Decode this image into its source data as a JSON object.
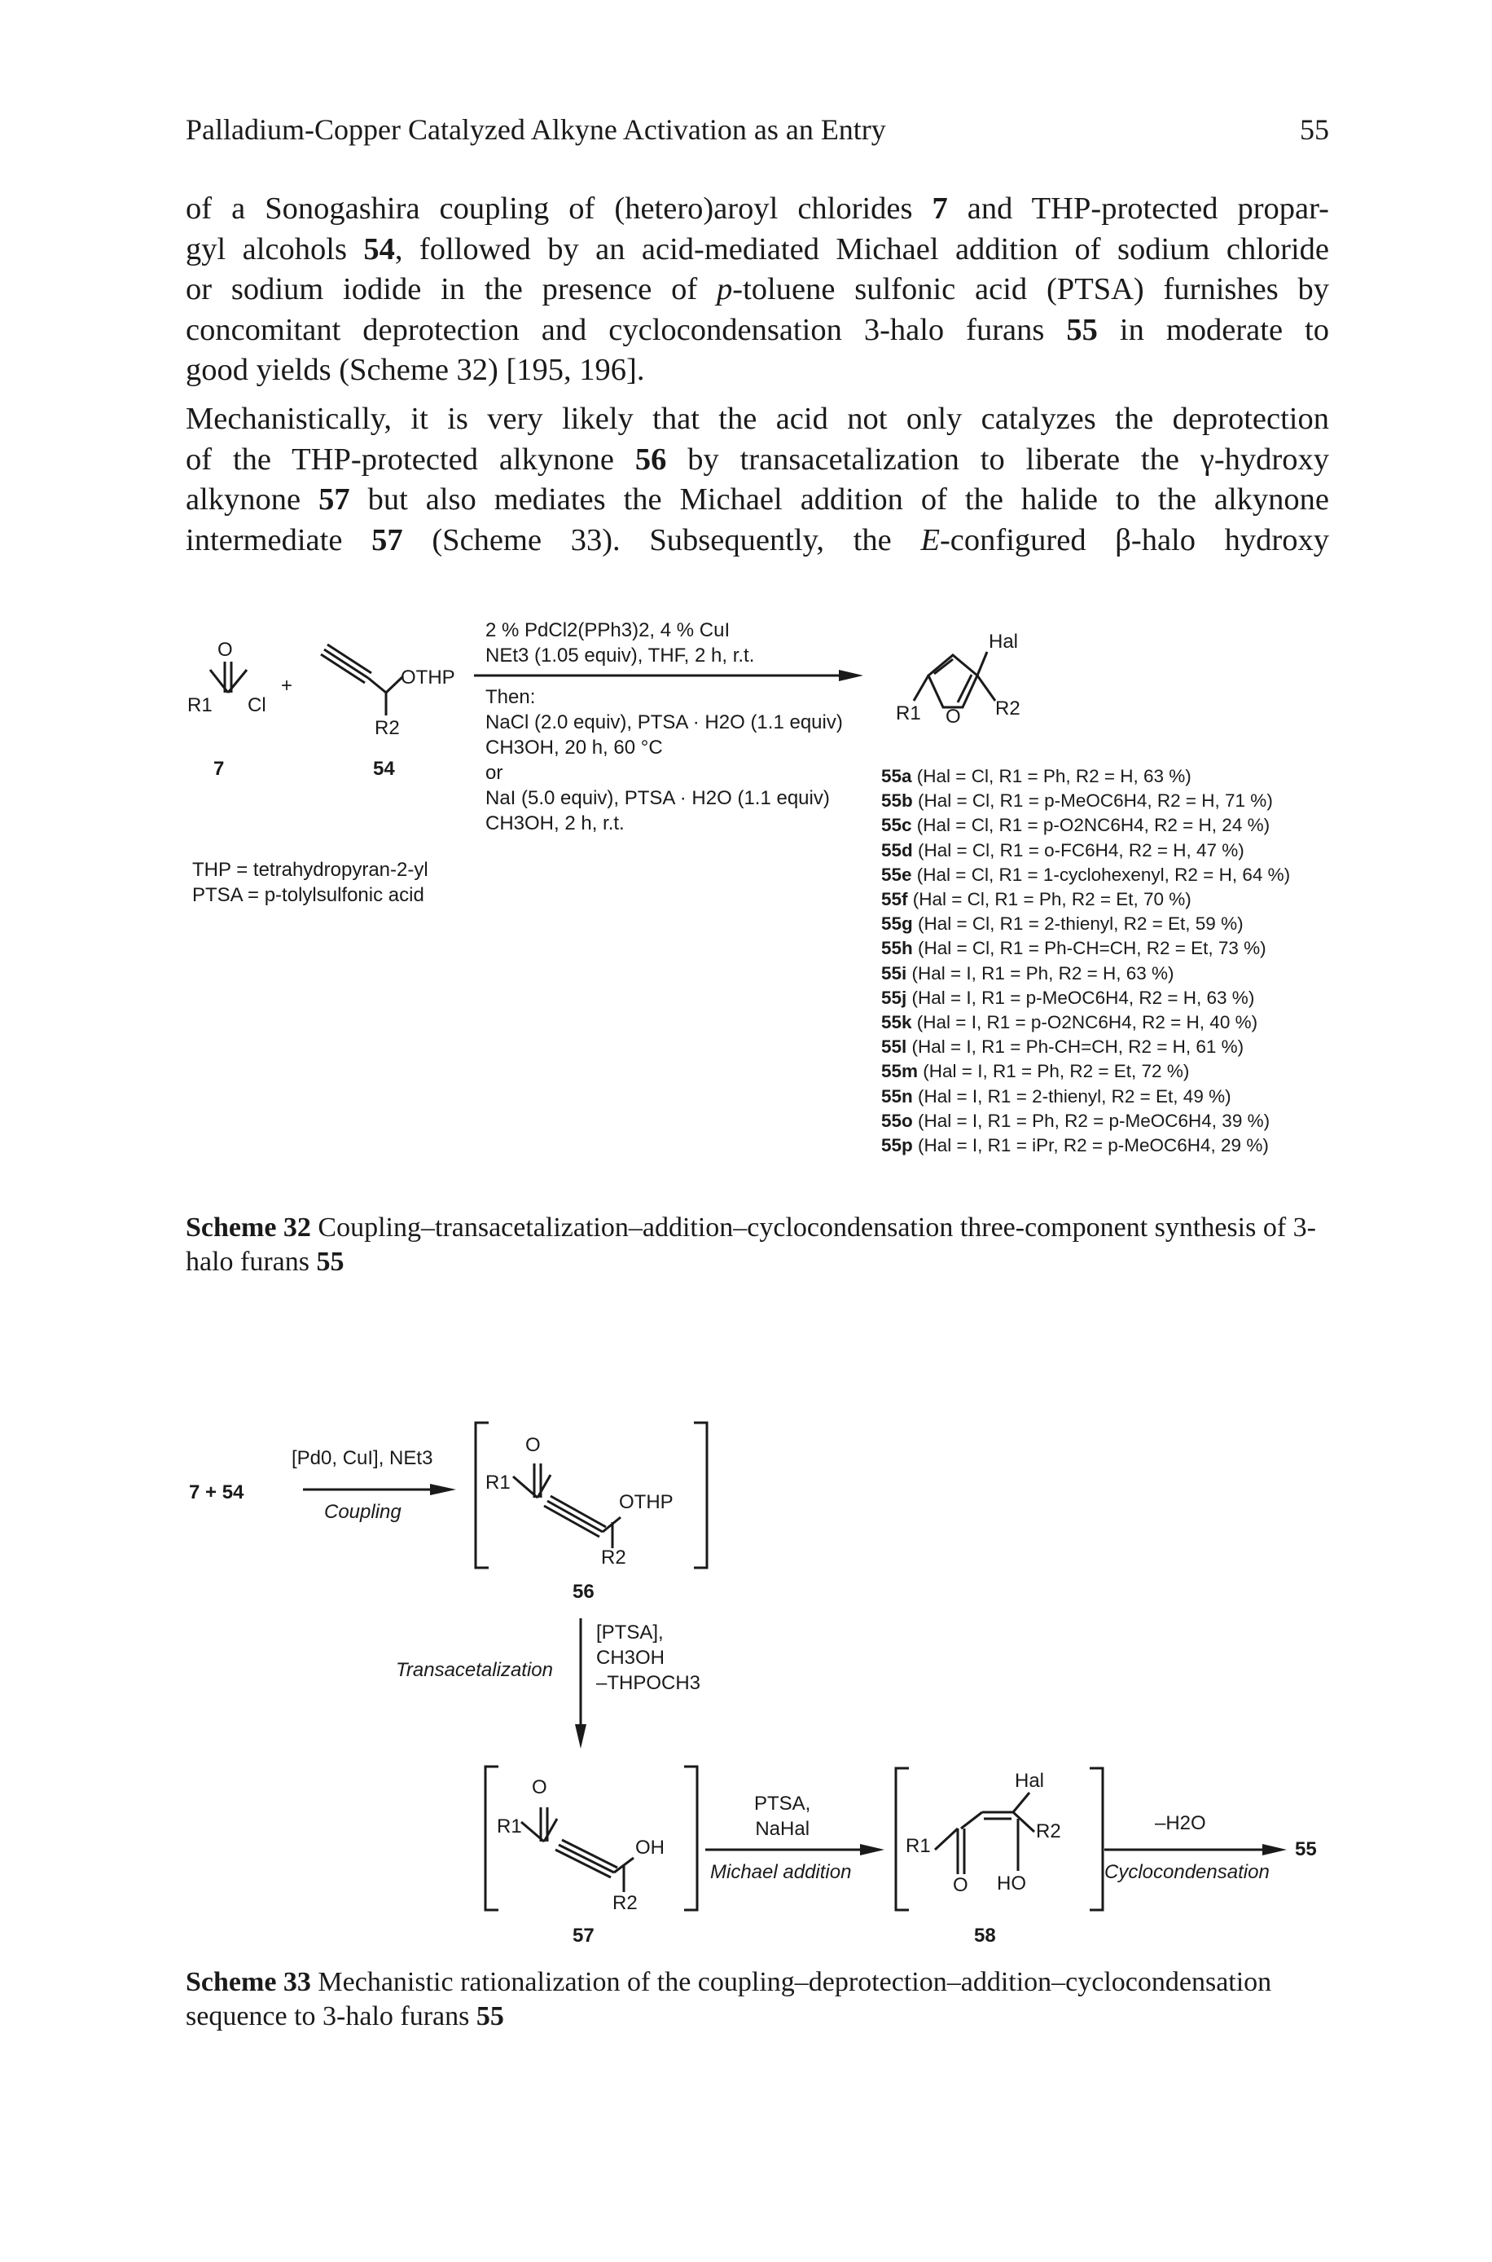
{
  "header": {
    "running_head": "Palladium-Copper Catalyzed Alkyne Activation as an Entry",
    "page_number": "55"
  },
  "body": {
    "para1_lines": [
      [
        "of a Sonogashira coupling of (hetero)aroyl chlorides ",
        "7",
        " and THP-protected propar-"
      ],
      [
        "gyl alcohols ",
        "54",
        ", followed by an acid-mediated Michael addition of sodium chloride"
      ],
      [
        "or sodium iodide in the presence of ",
        "p",
        "-toluene sulfonic acid (PTSA) furnishes by"
      ],
      [
        "concomitant deprotection and cyclocondensation 3-halo furans ",
        "55",
        " in moderate to"
      ],
      [
        "good yields (Scheme 32) [195, 196]."
      ]
    ],
    "para2_lines": [
      [
        "Mechanistically, it is very likely that the acid not only catalyzes the deprotection"
      ],
      [
        "of the THP-protected alkynone ",
        "56",
        " by transacetalization to liberate the γ-hydroxy"
      ],
      [
        "alkynone ",
        "57",
        " but also mediates the Michael addition of the halide to the alkynone"
      ],
      [
        "intermediate ",
        "57",
        " (Scheme 33). Subsequently, the ",
        "E",
        "-configured β-halo hydroxy"
      ]
    ]
  },
  "scheme32": {
    "compound_7": "7",
    "compound_54": "54",
    "r1": "R1",
    "cl": "Cl",
    "o": "O",
    "plus": "+",
    "othp": "OTHP",
    "r2": "R2",
    "hal": "Hal",
    "conditions_top": [
      "2 % PdCl2(PPh3)2, 4 % CuI",
      "NEt3 (1.05 equiv), THF, 2 h, r.t."
    ],
    "conditions_bottom": [
      "Then:",
      "NaCl (2.0 equiv), PTSA · H2O (1.1 equiv)",
      "CH3OH, 20 h, 60 °C",
      "or",
      "NaI (5.0 equiv), PTSA · H2O (1.1 equiv)",
      "CH3OH, 2 h, r.t."
    ],
    "abbreviations": [
      "THP = tetrahydropyran-2-yl",
      "PTSA = p-tolylsulfonic acid"
    ],
    "products": [
      {
        "id": "55a",
        "text": " (Hal = Cl, R1 = Ph, R2 = H, 63 %)"
      },
      {
        "id": "55b",
        "text": " (Hal = Cl, R1 = p-MeOC6H4, R2 = H, 71 %)"
      },
      {
        "id": "55c",
        "text": " (Hal = Cl, R1 = p-O2NC6H4, R2 = H, 24 %)"
      },
      {
        "id": "55d",
        "text": " (Hal = Cl, R1 = o-FC6H4, R2 = H, 47 %)"
      },
      {
        "id": "55e",
        "text": " (Hal = Cl, R1 = 1-cyclohexenyl, R2 = H, 64 %)"
      },
      {
        "id": "55f",
        "text": " (Hal = Cl, R1 = Ph, R2 = Et, 70 %)"
      },
      {
        "id": "55g",
        "text": " (Hal = Cl, R1 = 2-thienyl, R2 = Et, 59 %)"
      },
      {
        "id": "55h",
        "text": " (Hal = Cl, R1 = Ph-CH=CH, R2 = Et, 73 %)"
      },
      {
        "id": "55i",
        "text": " (Hal = I, R1 = Ph, R2 = H, 63 %)"
      },
      {
        "id": "55j",
        "text": " (Hal = I, R1 = p-MeOC6H4, R2 = H, 63 %)"
      },
      {
        "id": "55k",
        "text": " (Hal = I, R1 = p-O2NC6H4, R2 = H, 40 %)"
      },
      {
        "id": "55l",
        "text": " (Hal = I, R1 = Ph-CH=CH, R2 = H, 61 %)"
      },
      {
        "id": "55m",
        "text": " (Hal = I, R1 = Ph, R2 = Et, 72 %)"
      },
      {
        "id": "55n",
        "text": " (Hal = I, R1 = 2-thienyl, R2 = Et, 49 %)"
      },
      {
        "id": "55o",
        "text": " (Hal = I, R1 = Ph, R2 = p-MeOC6H4, 39 %)"
      },
      {
        "id": "55p",
        "text": " (Hal = I, R1 = iPr, R2 = p-MeOC6H4, 29 %)"
      }
    ],
    "caption_label": "Scheme 32",
    "caption_text": " Coupling–transacetalization–addition–cyclocondensation three-component synthesis of 3-halo furans ",
    "caption_compound": "55"
  },
  "scheme33": {
    "start": "7 + 54",
    "reagent1": "[Pd0, CuI], NEt3",
    "step1": "Coupling",
    "compound_56": "56",
    "reagent2": [
      "[PTSA],",
      "CH3OH",
      "–THPOCH3"
    ],
    "step2": "Transacetalization",
    "compound_57": "57",
    "reagent3": [
      "PTSA,",
      "NaHal"
    ],
    "step3": "Michael addition",
    "compound_58": "58",
    "reagent4": "–H2O",
    "step4": "Cyclocondensation",
    "product": "55",
    "oh": "OH",
    "ho": "HO",
    "caption_label": "Scheme 33",
    "caption_text": " Mechanistic rationalization of the coupling–deprotection–addition–cyclocondensation sequence to 3-halo furans ",
    "caption_compound": "55"
  }
}
